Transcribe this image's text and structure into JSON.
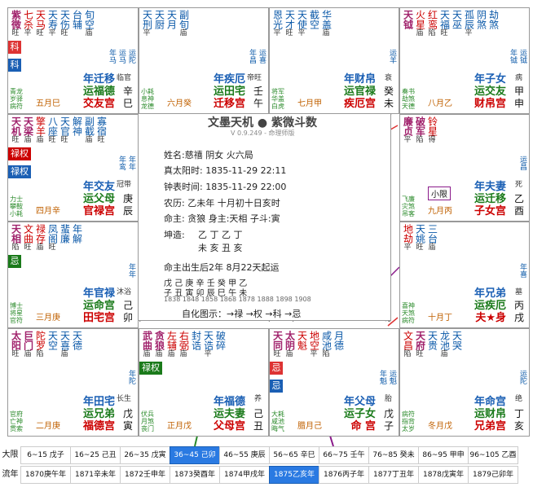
{
  "center": {
    "title": "文墨天机 ● 紫微斗数",
    "version": "V 0.9.249 - 命理师版",
    "name_line": "姓名:慈禧        阴女 火六局",
    "solar_true": "真太阳时: 1835-11-29 22:11",
    "clock": "钟表时间: 1835-11-29 22:00",
    "lunar": "农历: 乙未年 十月初十日亥时",
    "ming": "命主: 贪狼 身主:天相 子斗:寅",
    "kun": "坤造:",
    "bazi_gan": "乙      丁      乙      丁",
    "bazi_zhi": "未      亥      丑      亥",
    "yun": "命主出生后2年 8月22天起运",
    "dayun_gan": "戊   己   庚   辛   壬   癸   甲   乙",
    "dayun_zhi": "子   丑   寅   卯   辰   巳   午   未",
    "dayun_yrs": "1838 1848 1858 1868 1878 1888 1898 1908",
    "legend": "自化图示：→禄  →权  →科  →忌"
  },
  "palaces": [
    {
      "id": "si",
      "stars": [
        [
          "紫微",
          "c-major",
          "旺"
        ],
        [
          "七杀",
          "c-red",
          "平"
        ],
        [
          "天马",
          "c-red",
          "旺"
        ],
        [
          "天寿",
          "c-blue",
          "平"
        ],
        [
          "天伤",
          "c-blue",
          "旺"
        ],
        [
          "台辅",
          "c-blue",
          ""
        ],
        [
          "旬空",
          "c-blue",
          "庙"
        ]
      ],
      "tags": [
        [
          "科",
          "#d33"
        ],
        [
          "科",
          "#1a5fb4"
        ]
      ],
      "flow": [
        "年马",
        "运马",
        "运陀"
      ],
      "small": "青龙\n岁驿\n病符",
      "age": "五月巳",
      "p1": "年迁移",
      "p2": "运福德",
      "p3": "交友宫",
      "gz": "辛巳",
      "cs": "临官"
    },
    {
      "id": "wu",
      "stars": [
        [
          "天刑",
          "c-blue",
          "平"
        ],
        [
          "天厨",
          "c-blue",
          ""
        ],
        [
          "天月",
          "c-blue",
          ""
        ],
        [
          "副旬",
          "c-blue",
          "庙"
        ]
      ],
      "tags": [],
      "flow": [
        "年昌",
        "运喜"
      ],
      "small": "小耗\n息神\n龙德",
      "age": "六月癸",
      "p1": "年疾厄",
      "p2": "运田宅",
      "p3": "迁移宫",
      "gz": "壬午",
      "cs": "帝旺"
    },
    {
      "id": "wei",
      "stars": [
        [
          "恩光",
          "c-blue",
          "平"
        ],
        [
          "天才",
          "c-blue",
          "旺"
        ],
        [
          "天使",
          "c-blue",
          "平"
        ],
        [
          "截空",
          "c-blue",
          ""
        ],
        [
          "华盖",
          "c-blue",
          "庙"
        ]
      ],
      "tags": [],
      "flow": [
        "运羊"
      ],
      "small": "将军\n华盖\n白虎",
      "age": "七月甲",
      "p1": "年财帛",
      "p2": "运官禄",
      "p3": "疾厄宫",
      "gz": "癸未",
      "cs": "衰"
    },
    {
      "id": "shen",
      "stars": [
        [
          "天钺",
          "c-major",
          ""
        ],
        [
          "火星",
          "c-red",
          "庙"
        ],
        [
          "红鸾",
          "c-red",
          "陷"
        ],
        [
          "天福",
          "c-blue",
          "旺"
        ],
        [
          "天巫",
          "c-blue",
          ""
        ],
        [
          "孤辰",
          "c-blue",
          "平"
        ],
        [
          "阴煞",
          "c-blue",
          ""
        ],
        [
          "劫煞",
          "c-blue",
          ""
        ]
      ],
      "tags": [],
      "flow": [
        "年钺",
        "运钺"
      ],
      "small": "奏书\n劫煞\n天德",
      "age": "八月乙",
      "p1": "年子女",
      "p2": "运交友",
      "p3": "财帛宫",
      "gz": "甲申",
      "cs": "病"
    },
    {
      "id": "chen",
      "stars": [
        [
          "天机",
          "c-major",
          "旺"
        ],
        [
          "天梁",
          "c-major",
          "庙"
        ],
        [
          "擎羊",
          "c-red",
          "庙"
        ],
        [
          "八座",
          "c-blue",
          "旺"
        ],
        [
          "天官",
          "c-blue",
          "旺"
        ],
        [
          "解神",
          "c-blue",
          ""
        ],
        [
          "副截",
          "c-blue",
          "庙"
        ],
        [
          "寡宿",
          "c-blue",
          "旺"
        ]
      ],
      "tags": [
        [
          "禄权",
          "#c00"
        ],
        [
          "禄权",
          "#1a5fb4"
        ]
      ],
      "flow": [
        "年鸾",
        "年年"
      ],
      "small": "力士\n攀鞍\n小耗",
      "age": "四月辛",
      "p1": "年交友",
      "p2": "运父母",
      "p3": "官禄宫",
      "gz": "庚辰",
      "cs": "冠带"
    },
    {
      "id": "you",
      "stars": [
        [
          "廉贞",
          "c-major",
          "平"
        ],
        [
          "破军",
          "c-major",
          "陷"
        ],
        [
          "铃星",
          "c-red",
          "得"
        ]
      ],
      "tags": [],
      "flow": [
        "运昌"
      ],
      "small": "飞廉\n灾煞\n吊客",
      "age": "九月丙",
      "p1": "年夫妻",
      "p2": "运迁移",
      "p3": "子女宫",
      "gz": "乙酉",
      "cs": "死"
    },
    {
      "id": "mao",
      "stars": [
        [
          "天相",
          "c-major",
          "陷"
        ],
        [
          "文曲",
          "c-red",
          "旺"
        ],
        [
          "禄存",
          "c-red",
          "庙"
        ],
        [
          "凤阁",
          "c-blue",
          "旺"
        ],
        [
          "蜚廉",
          "c-blue",
          ""
        ],
        [
          "年解",
          "c-blue",
          ""
        ]
      ],
      "tags": [
        [
          "忌",
          "#1a7a1a"
        ]
      ],
      "flow": [
        "年年"
      ],
      "small": "博士\n将星\n官符",
      "age": "三月庚",
      "p1": "年官禄",
      "p2": "运命宫",
      "p3": "田宅宫",
      "gz": "己卯",
      "cs": "沐浴"
    },
    {
      "id": "xu",
      "stars": [
        [
          "地劫",
          "c-red",
          "平"
        ],
        [
          "天姚",
          "c-blue",
          "旺"
        ],
        [
          "三台",
          "c-blue",
          "庙"
        ]
      ],
      "tags": [],
      "flow": [
        "年喜"
      ],
      "small": "喜神\n天煞\n病符",
      "age": "十月丁",
      "p1": "年兄弟",
      "p2": "运疾厄",
      "p3": "夫★身",
      "gz": "丙戌",
      "cs": "墓"
    },
    {
      "id": "yin",
      "stars": [
        [
          "太阳",
          "c-major",
          "旺"
        ],
        [
          "巨门",
          "c-major",
          "庙"
        ],
        [
          "陀罗",
          "c-red",
          "陷"
        ],
        [
          "天空",
          "c-blue",
          ""
        ],
        [
          "天喜",
          "c-blue",
          "庙"
        ],
        [
          "天德",
          "c-blue",
          ""
        ]
      ],
      "tags": [],
      "flow": [
        "年陀"
      ],
      "small": "官府\n亡神\n贯索",
      "age": "二月庚",
      "p1": "年田宅",
      "p2": "运兄弟",
      "p3": "福德宫",
      "gz": "戊寅",
      "cs": "长生"
    },
    {
      "id": "chou",
      "stars": [
        [
          "武曲",
          "c-major",
          "庙"
        ],
        [
          "贪狼",
          "c-major",
          "庙"
        ],
        [
          "左辅",
          "c-red",
          "庙"
        ],
        [
          "右弼",
          "c-red",
          "庙"
        ],
        [
          "封诰",
          "c-blue",
          ""
        ],
        [
          "天诰",
          "c-blue",
          "平"
        ],
        [
          "破碎",
          "c-blue",
          ""
        ]
      ],
      "tags": [
        [
          "禄权",
          "#1a7a1a"
        ]
      ],
      "flow": [],
      "small": "伏兵\n月煞\n丧门",
      "age": "正月戊",
      "p1": "年福德",
      "p2": "运夫妻",
      "p3": "父母宫",
      "gz": "己丑",
      "cs": "养"
    },
    {
      "id": "zi",
      "stars": [
        [
          "天同",
          "c-major",
          "旺"
        ],
        [
          "太阴",
          "c-major",
          "庙"
        ],
        [
          "天魁",
          "c-red",
          ""
        ],
        [
          "地空",
          "c-red",
          "平"
        ],
        [
          "咸池",
          "c-blue",
          "陷"
        ],
        [
          "月德",
          "c-blue",
          ""
        ]
      ],
      "tags": [
        [
          "忌",
          "#d33"
        ],
        [
          "忌",
          "#1a5fb4"
        ]
      ],
      "flow": [
        "年魁",
        "运魁"
      ],
      "small": "大耗\n咸池\n晦气",
      "age": "腊月己",
      "p1": "年父母",
      "p2": "运子女",
      "p3": "命 宫",
      "gz": "戊子",
      "cs": "胎"
    },
    {
      "id": "hai",
      "stars": [
        [
          "文昌",
          "c-red",
          "陷"
        ],
        [
          "天府",
          "c-major",
          "旺"
        ],
        [
          "天贵",
          "c-blue",
          ""
        ],
        [
          "龙池",
          "c-blue",
          "庙"
        ],
        [
          "天哭",
          "c-blue",
          ""
        ]
      ],
      "tags": [],
      "flow": [
        "运陀"
      ],
      "small": "病符\n指背\n太岁",
      "age": "冬月戊",
      "p1": "年命宫",
      "p2": "运财帛",
      "p3": "兄弟宫",
      "gz": "丁亥",
      "cs": "绝"
    }
  ],
  "xiaoxian": "小限",
  "daxian": {
    "label": "大限",
    "items": [
      "6~15 戊子",
      "16~25 己丑",
      "26~35 戊寅",
      "36~45 己卯",
      "46~55 庚辰",
      "56~65 辛巳",
      "66~75 壬午",
      "76~85 癸未",
      "86~95 甲申",
      "96~105 乙酉"
    ],
    "selected": 3
  },
  "liunian": {
    "label": "流年",
    "items": [
      "1870庚午年",
      "1871辛未年",
      "1872壬申年",
      "1873癸酉年",
      "1874甲戌年",
      "1875乙亥年",
      "1876丙子年",
      "1877丁丑年",
      "1878戊寅年",
      "1879己卯年"
    ],
    "selected": 5
  }
}
